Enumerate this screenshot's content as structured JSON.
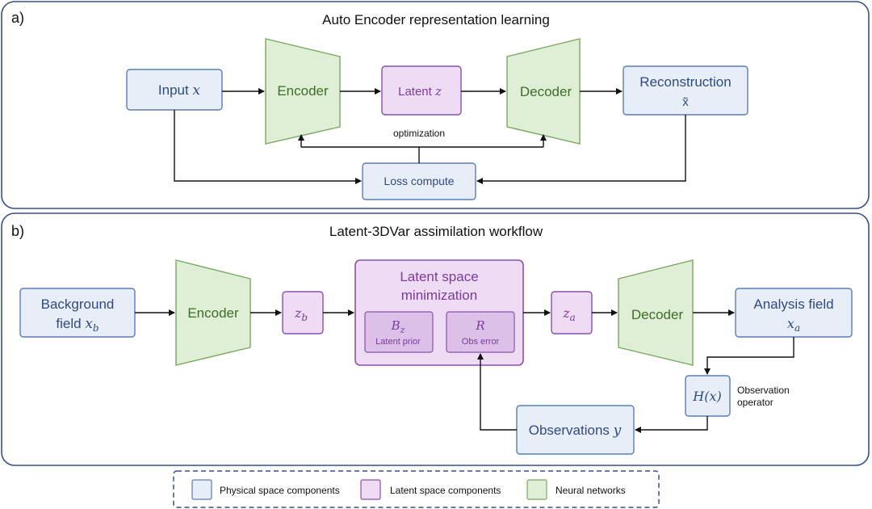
{
  "panels": {
    "a": {
      "label": "a)",
      "title": "Auto Encoder representation learning",
      "input": {
        "text": "Input ",
        "var": "x"
      },
      "encoder": "Encoder",
      "latent": {
        "text": "Latent ",
        "var": "z"
      },
      "decoder": "Decoder",
      "reconstruction": {
        "line1": "Reconstruction",
        "line2": "x̃"
      },
      "optimization": "optimization",
      "loss": "Loss compute"
    },
    "b": {
      "label": "b)",
      "title": "Latent-3DVar assimilation workflow",
      "background": {
        "line1": "Background",
        "line2": "field ",
        "var": "x",
        "sub": "b"
      },
      "encoder": "Encoder",
      "zb": {
        "var": "z",
        "sub": "b"
      },
      "minimization": {
        "line1": "Latent space",
        "line2": "minimization"
      },
      "bz": {
        "var": "B",
        "sub": "z",
        "label": "Latent prior"
      },
      "r": {
        "var": "R",
        "label": "Obs error"
      },
      "za": {
        "var": "z",
        "sub": "a"
      },
      "decoder": "Decoder",
      "analysis": {
        "line1": "Analysis field",
        "var": "x",
        "sub": "a"
      },
      "hx": "H(x)",
      "obs_operator": {
        "line1": "Observation",
        "line2": "operator"
      },
      "observations": {
        "text": "Observations ",
        "var": "y"
      }
    }
  },
  "legend": {
    "items": [
      {
        "label": "Physical space components",
        "color": "#e8eef8"
      },
      {
        "label": "Latent space components",
        "color": "#eddcf3"
      },
      {
        "label": "Neural networks",
        "color": "#dfefd5"
      }
    ]
  },
  "colors": {
    "physical_fill": "#e8eef8",
    "physical_stroke": "#5b7db8",
    "physical_text": "#2e4a86",
    "latent_fill": "#eddcf3",
    "latent_stroke": "#8c4fb0",
    "latent_text": "#7b3aa0",
    "nn_fill": "#dfefd5",
    "nn_stroke": "#7aa860",
    "nn_text": "#3d6e27",
    "panel_stroke": "#35508f"
  }
}
